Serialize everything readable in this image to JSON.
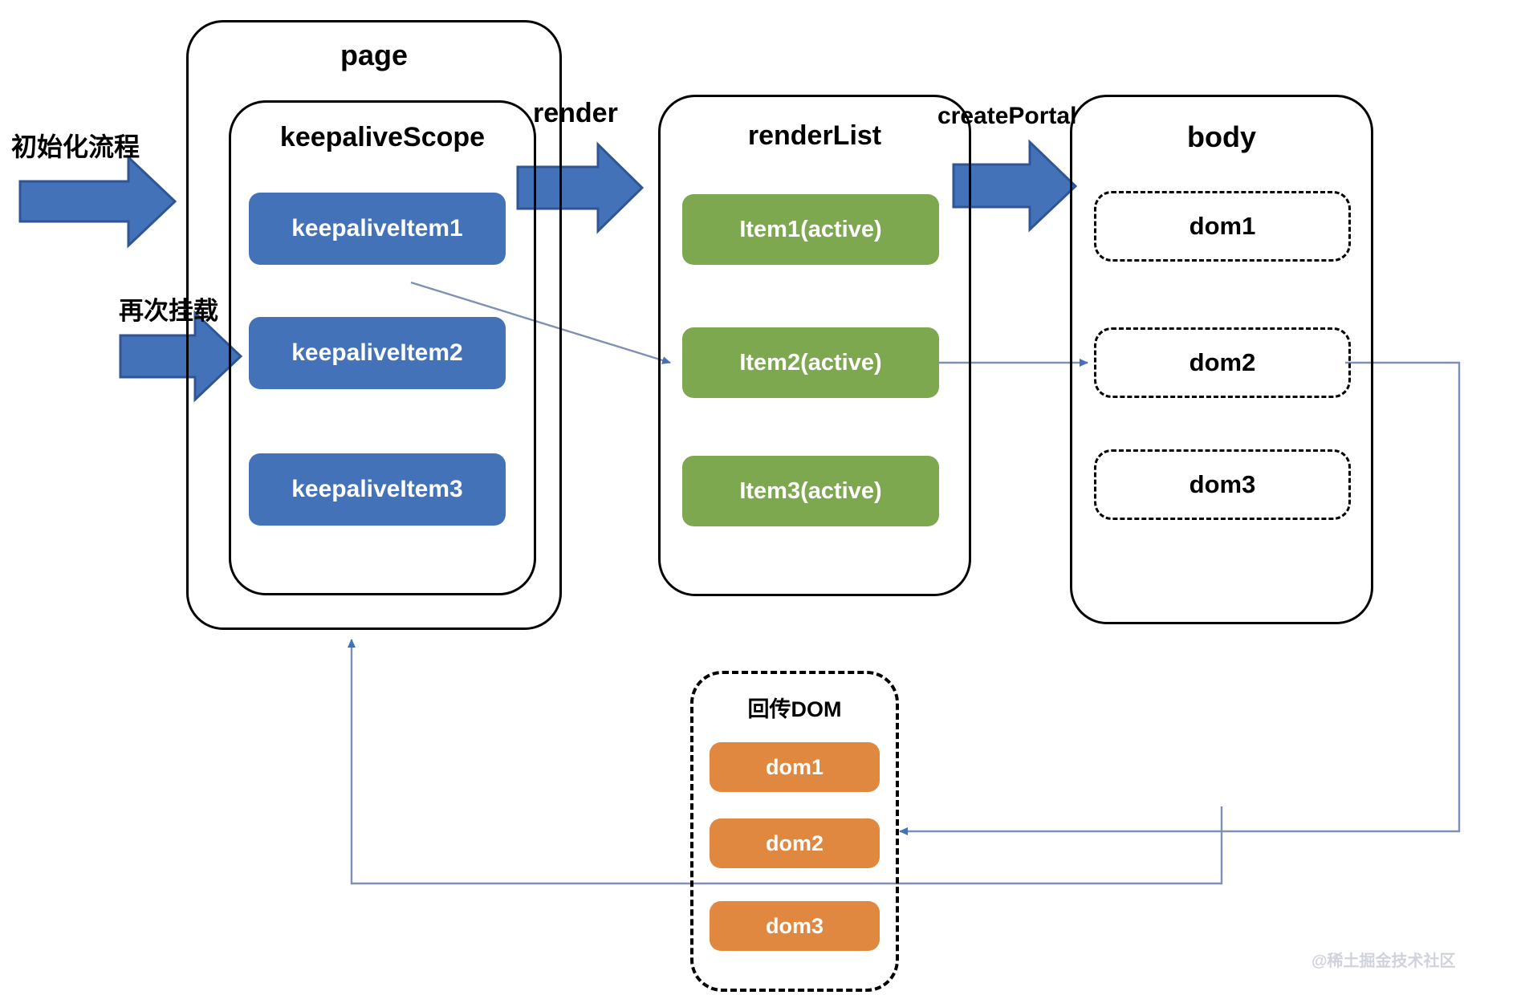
{
  "diagram": {
    "title": "keepalive render flow",
    "colors": {
      "blue": "#4472b8",
      "green": "#7ea84f",
      "orange": "#e0883f",
      "outline": "#000000",
      "arrow_blue": "#4472b8",
      "thin_line": "#7f8fb5",
      "watermark": "#c8ccd6"
    },
    "flow_labels": [
      {
        "id": "init-flow",
        "text": "初始化流程"
      },
      {
        "id": "remount",
        "text": "再次挂载"
      },
      {
        "id": "render",
        "text": "render"
      },
      {
        "id": "create-portal",
        "text": "createPortal"
      }
    ],
    "containers": [
      {
        "id": "page",
        "title": "page"
      },
      {
        "id": "keepalive-scope",
        "title": "keepaliveScope"
      },
      {
        "id": "render-list",
        "title": "renderList"
      },
      {
        "id": "body",
        "title": "body"
      },
      {
        "id": "return-dom",
        "title": "回传DOM"
      }
    ],
    "keepalive_items": [
      {
        "label": "keepaliveItem1"
      },
      {
        "label": "keepaliveItem2"
      },
      {
        "label": "keepaliveItem3"
      }
    ],
    "render_items": [
      {
        "label": "Item1(active)"
      },
      {
        "label": "Item2(active)"
      },
      {
        "label": "Item3(active)"
      }
    ],
    "body_doms": [
      {
        "label": "dom1"
      },
      {
        "label": "dom2"
      },
      {
        "label": "dom3"
      }
    ],
    "return_doms": [
      {
        "label": "dom1"
      },
      {
        "label": "dom2"
      },
      {
        "label": "dom3"
      }
    ],
    "watermark": "@稀土掘金技术社区"
  }
}
